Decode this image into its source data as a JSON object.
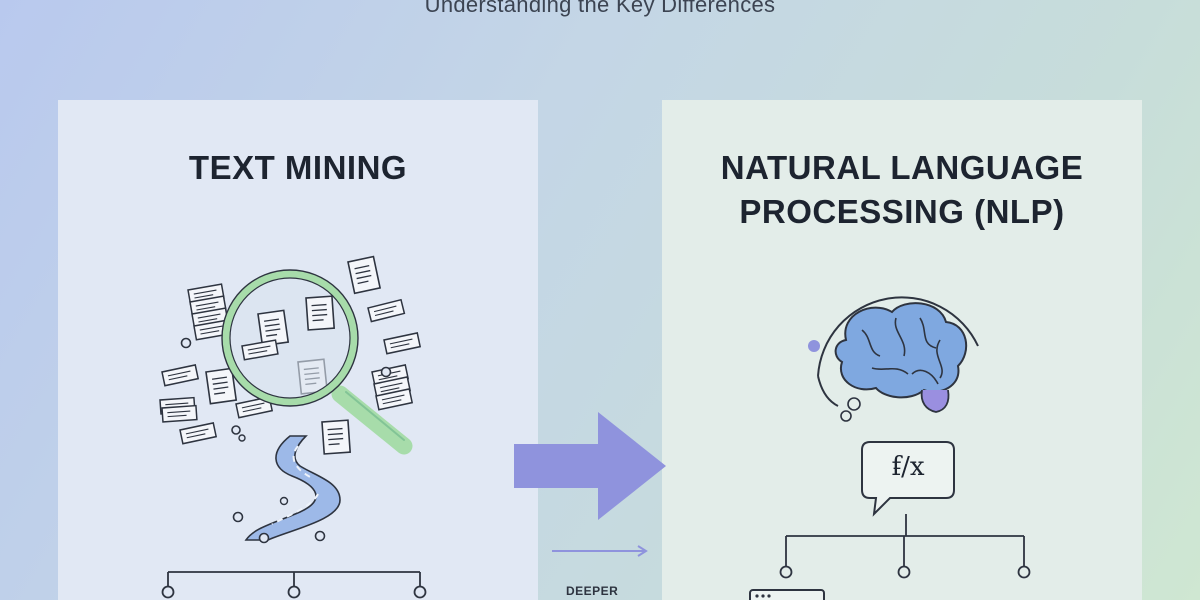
{
  "header": {
    "subtitle": "Understanding the Key Differences"
  },
  "left_panel": {
    "title": "TEXT MINING"
  },
  "right_panel": {
    "title_line1": "NATURAL LANGUAGE",
    "title_line2": "PROCESSING (NLP)",
    "formula_bubble_text": "f̵/x"
  },
  "transition": {
    "label": "DEEPER"
  },
  "icons": [
    "document-stack-icon",
    "magnifier-icon",
    "data-stream-icon",
    "tree-structure-icon",
    "brain-icon",
    "speech-bubble-icon",
    "right-arrow-icon",
    "small-arrow-icon",
    "window-icon"
  ],
  "colors": {
    "arrow": "#8f93dd",
    "brain": "#7fa8e0",
    "magnifier_ring": "#a7dcaa",
    "stream": "#9db9e8"
  }
}
